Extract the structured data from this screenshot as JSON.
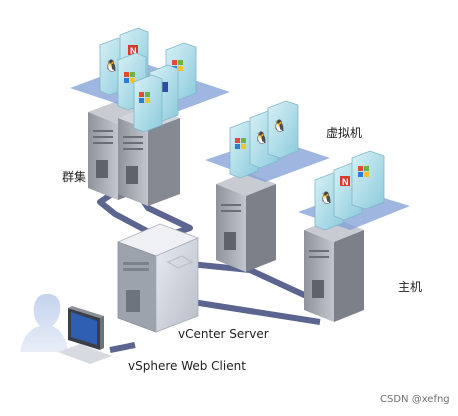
{
  "labels": {
    "cluster": "群集",
    "virtual_machine": "虚拟机",
    "host": "主机",
    "vcenter": "vCenter Server",
    "client": "vSphere Web Client",
    "watermark": "CSDN @xefng"
  },
  "colors": {
    "network_line": "#5b6590",
    "server_body": "#a9adb4",
    "vcenter_body": "#d4d8e0",
    "platform": "#7f9fd6",
    "vm_face": "#b8e2ec",
    "client_figure": "#9fb5d8"
  },
  "icons": [
    "linux-icon",
    "windows-icon",
    "novell-icon"
  ]
}
